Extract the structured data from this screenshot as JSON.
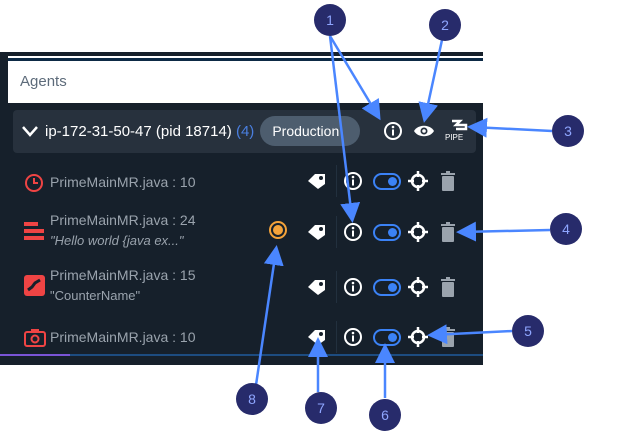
{
  "panel_title": "Agents",
  "group": {
    "host": "ip-172-31-50-47 (pid 18714)",
    "count": "(4)",
    "env_tag": "Production",
    "pipe_label": "PIPE"
  },
  "rows": [
    {
      "file": "PrimeMainMR.java : 10",
      "detail": "",
      "type": "timer",
      "enabled": true
    },
    {
      "file": "PrimeMainMR.java : 24",
      "detail": "\"Hello world {java ex...\"",
      "type": "log",
      "enabled": true,
      "status": "active"
    },
    {
      "file": "PrimeMainMR.java : 15",
      "detail": "\"CounterName\"",
      "type": "counter",
      "enabled": true
    },
    {
      "file": "PrimeMainMR.java : 10",
      "detail": "",
      "type": "snapshot",
      "enabled": true
    }
  ],
  "annotations": [
    "1",
    "2",
    "3",
    "4",
    "5",
    "6",
    "7",
    "8"
  ],
  "colors": {
    "panel": "#16202b",
    "accent": "#3b82f6",
    "danger": "#ef4444",
    "status": "#f5a33a",
    "annotation": "#272b6b"
  }
}
